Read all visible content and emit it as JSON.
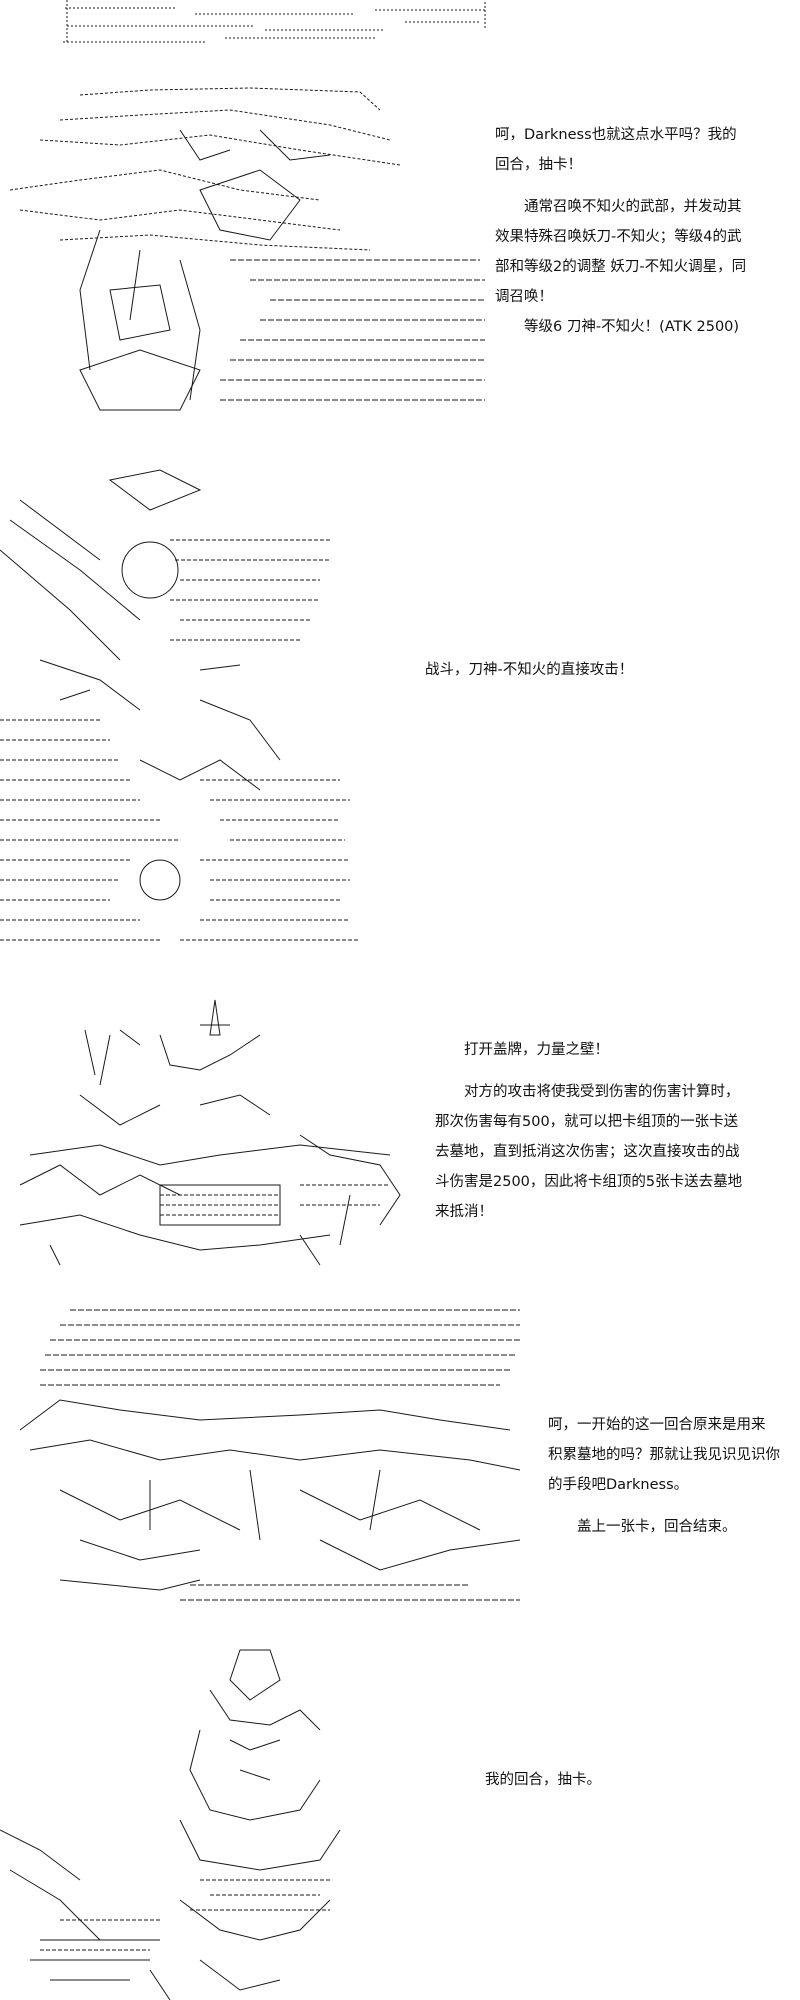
{
  "panel1": {
    "lines": [
      "呵，Darkness也就这点水平吗？我的",
      "回合，抽卡！",
      "通常召唤不知火的武部，并发动其",
      "效果特殊召唤妖刀-不知火；等级4的武",
      "部和等级2的调整 妖刀-不知火调星，同",
      "调召唤！",
      "等级6 刀神-不知火！(ATK 2500)"
    ]
  },
  "panel2": {
    "lines": [
      "战斗，刀神-不知火的直接攻击！"
    ]
  },
  "panel3": {
    "lines": [
      "打开盖牌，力量之壁！",
      "对方的攻击将使我受到伤害的伤害计算时，",
      "那次伤害每有500，就可以把卡组顶的一张卡送",
      "去墓地，直到抵消这次伤害；这次直接攻击的战",
      "斗伤害是2500，因此将卡组顶的5张卡送去墓地",
      "来抵消！"
    ]
  },
  "panel4": {
    "lines": [
      "呵，一开始的这一回合原来是用来",
      "积累墓地的吗？那就让我见识见识你",
      "的手段吧Darkness。",
      "盖上一张卡，回合结束。"
    ]
  },
  "panel5": {
    "lines": [
      "我的回合，抽卡。"
    ]
  },
  "colors": {
    "ink": "#1a1a1a",
    "background": "#ffffff"
  }
}
